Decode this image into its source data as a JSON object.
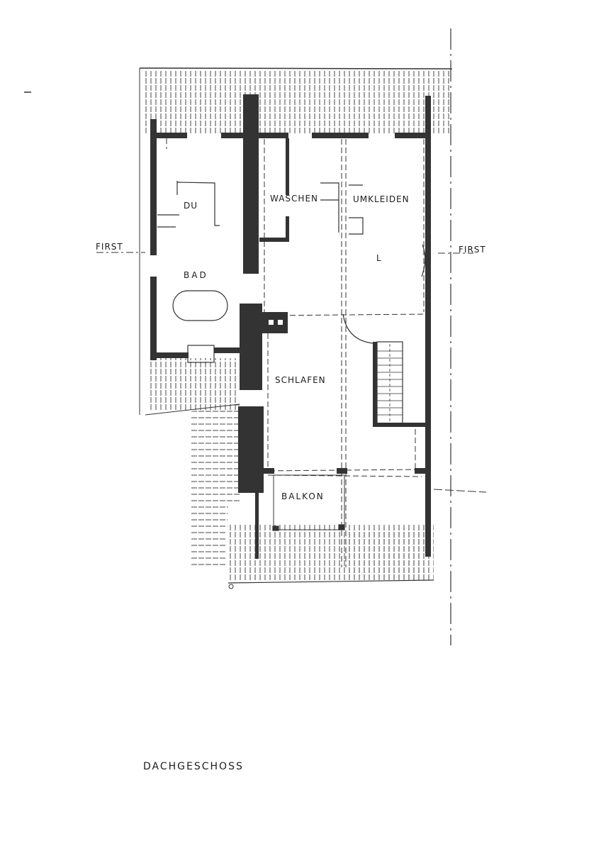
{
  "drawing": {
    "title": "DACHGESCHOSS",
    "ridge_left_label": "FIRST",
    "ridge_right_label": "FIRST",
    "colors": {
      "ink": "#2e2e2e",
      "wall": "#333333",
      "paper": "#ffffff",
      "hatch": "#555555"
    }
  },
  "rooms": [
    {
      "id": "du",
      "label": "DU"
    },
    {
      "id": "bad",
      "label": "BAD"
    },
    {
      "id": "waschen",
      "label": "WASCHEN"
    },
    {
      "id": "umkleiden",
      "label": "UMKLEIDEN"
    },
    {
      "id": "schlafen",
      "label": "SCHLAFEN"
    },
    {
      "id": "balkon",
      "label": "BALKON"
    }
  ],
  "annotations": {
    "small_mark": "L"
  }
}
